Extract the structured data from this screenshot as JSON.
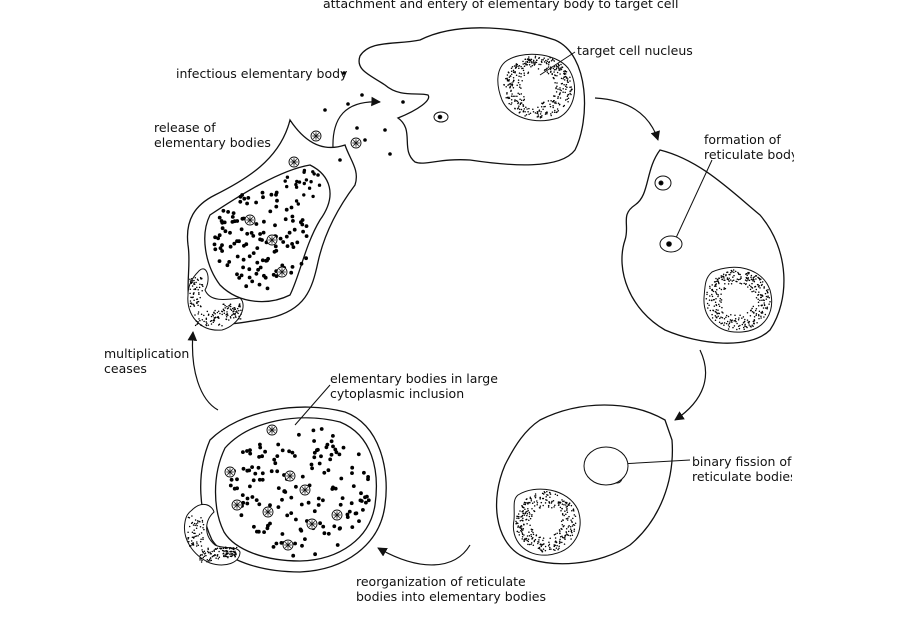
{
  "labels": {
    "attachment": "attachment and entery of elementary body to target cell",
    "nucleus": "target cell nucleus",
    "infectious": "infectious elementary body",
    "release_1": "release of",
    "release_2": "elementary bodies",
    "formation_1": "formation of",
    "formation_2": "reticulate body",
    "multiplication_1": "multiplication",
    "multiplication_2": "ceases",
    "inclusion_1": "elementary bodies in large",
    "inclusion_2": "cytoplasmic inclusion",
    "fission_1": "binary fission of",
    "fission_2": "reticulate bodies",
    "reorg_1": "reorganization of reticulate",
    "reorg_2": "bodies into elementary bodies"
  },
  "colors": {
    "line": "#111111",
    "fill": "#ffffff",
    "dot": "#000000"
  }
}
